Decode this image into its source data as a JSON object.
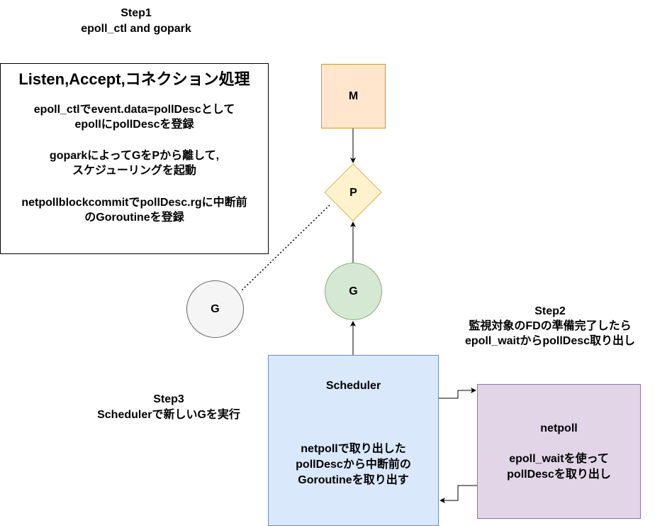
{
  "step1": {
    "title": "Step1",
    "subtitle": "epoll_ctl and gopark"
  },
  "info_box": {
    "title": "Listen,Accept,コネクション処理",
    "lines": [
      "epoll_ctlでevent.data=pollDescとして",
      "epollにpollDescを登録",
      "goparkによってGをPから離して,",
      "スケジューリングを起動",
      "netpollblockcommitでpollDesc.rgに中断前",
      "のGoroutineを登録"
    ]
  },
  "nodes": {
    "m": {
      "label": "M",
      "fill": "#ffe6cc",
      "stroke": "#d79b00"
    },
    "p": {
      "label": "P",
      "fill": "#fff2cc",
      "stroke": "#d6b656"
    },
    "g_active": {
      "label": "G",
      "fill": "#d5e8d4",
      "stroke": "#82b366"
    },
    "g_idle": {
      "label": "G",
      "fill": "#f5f5f5",
      "stroke": "#666666"
    }
  },
  "step2": {
    "title": "Step2",
    "line1": "監視対象のFDの準備完了したら",
    "line2": "epoll_waitからpollDesc取り出し"
  },
  "step3": {
    "title": "Step3",
    "line1": "Schedulerで新しいGを実行"
  },
  "scheduler": {
    "title": "Scheduler",
    "lines": [
      "netpollで取り出した",
      "pollDescから中断前の",
      "Goroutineを取り出す"
    ],
    "fill": "#dae8fc",
    "stroke": "#6c8ebf"
  },
  "netpoll": {
    "title": "netpoll",
    "lines": [
      "epoll_waitを使って",
      "pollDescを取り出し"
    ],
    "fill": "#e1d5e7",
    "stroke": "#9673a6"
  }
}
